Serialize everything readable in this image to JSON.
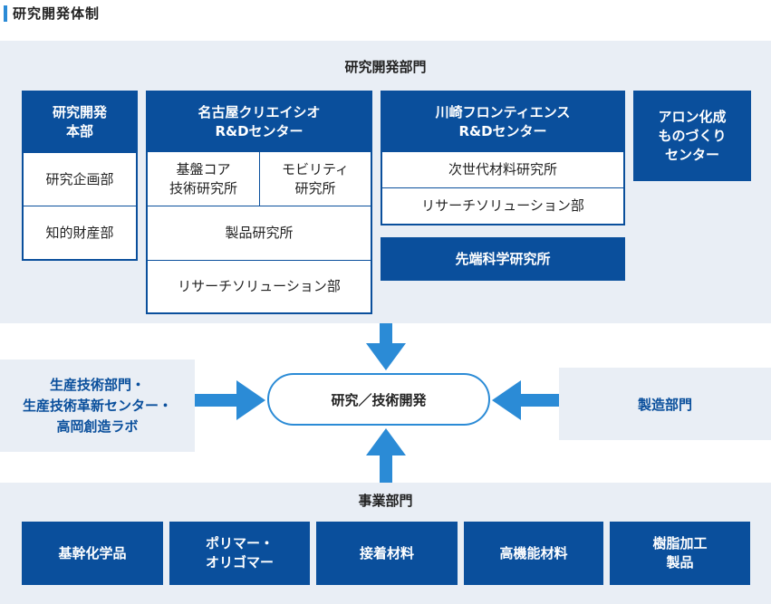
{
  "page_title": "研究開発体制",
  "rd_division": {
    "title": "研究開発部門",
    "honbu": {
      "title_line1": "研究開発",
      "title_line2": "本部",
      "items": [
        "研究企画部",
        "知的財産部"
      ]
    },
    "nagoya": {
      "title_line1": "名古屋クリエイシオ",
      "title_line2": "R&Dセンター",
      "sub_left_line1": "基盤コア",
      "sub_left_line2": "技術研究所",
      "sub_right_line1": "モビリティ",
      "sub_right_line2": "研究所",
      "items": [
        "製品研究所",
        "リサーチソリューション部"
      ]
    },
    "kawasaki": {
      "title_line1": "川崎フロンティエンス",
      "title_line2": "R&Dセンター",
      "items": [
        "次世代材料研究所",
        "リサーチソリューション部"
      ]
    },
    "advanced_lab": "先端科学研究所",
    "aron": {
      "line1": "アロン化成",
      "line2": "ものづくり",
      "line3": "センター"
    }
  },
  "left_box": {
    "line1": "生産技術部門・",
    "line2": "生産技術革新センター・",
    "line3": "高岡創造ラボ"
  },
  "center_label": "研究／技術開発",
  "right_box": "製造部門",
  "business_division": {
    "title": "事業部門",
    "items": [
      {
        "line1": "基幹化学品",
        "line2": ""
      },
      {
        "line1": "ポリマー・",
        "line2": "オリゴマー"
      },
      {
        "line1": "接着材料",
        "line2": ""
      },
      {
        "line1": "高機能材料",
        "line2": ""
      },
      {
        "line1": "樹脂加工",
        "line2": "製品"
      }
    ]
  },
  "colors": {
    "navy": "#0a4f9c",
    "accent_blue": "#2b8bd6",
    "panel_bg": "#e9eef5"
  }
}
